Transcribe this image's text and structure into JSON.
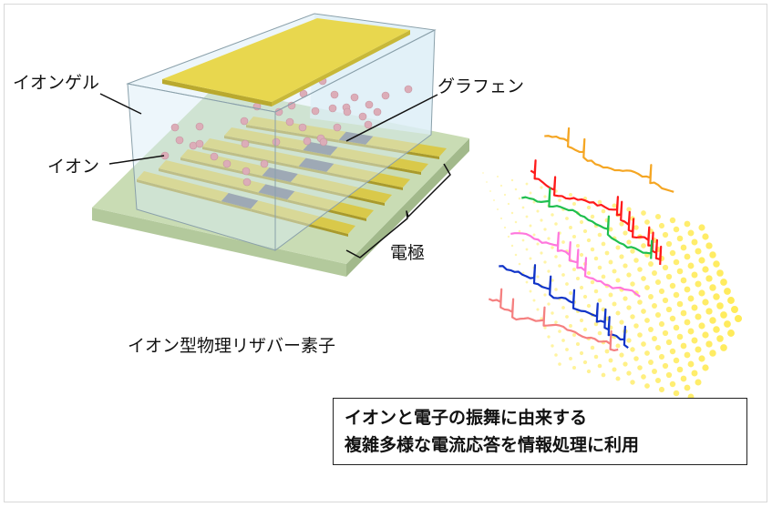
{
  "labels": {
    "ion_gel": "イオンゲル",
    "ion": "イオン",
    "graphene": "グラフェン",
    "electrode": "電極",
    "device_name": "イオン型物理リザバー素子"
  },
  "caption_box": {
    "line1": "イオンと電子の振舞に由来する",
    "line2": "複雑多様な電流応答を情報処理に利用"
  },
  "colors": {
    "substrate": "#c9dcb4",
    "electrode": "#d9c94a",
    "graphene": "#6f7480",
    "ion": "#e07a86",
    "gel": "#d6ecf6",
    "dots": "#ffe94a",
    "signals": [
      "#f5a623",
      "#ff1a1a",
      "#1fbf4f",
      "#ff77dd",
      "#1034c8",
      "#f58080"
    ]
  }
}
